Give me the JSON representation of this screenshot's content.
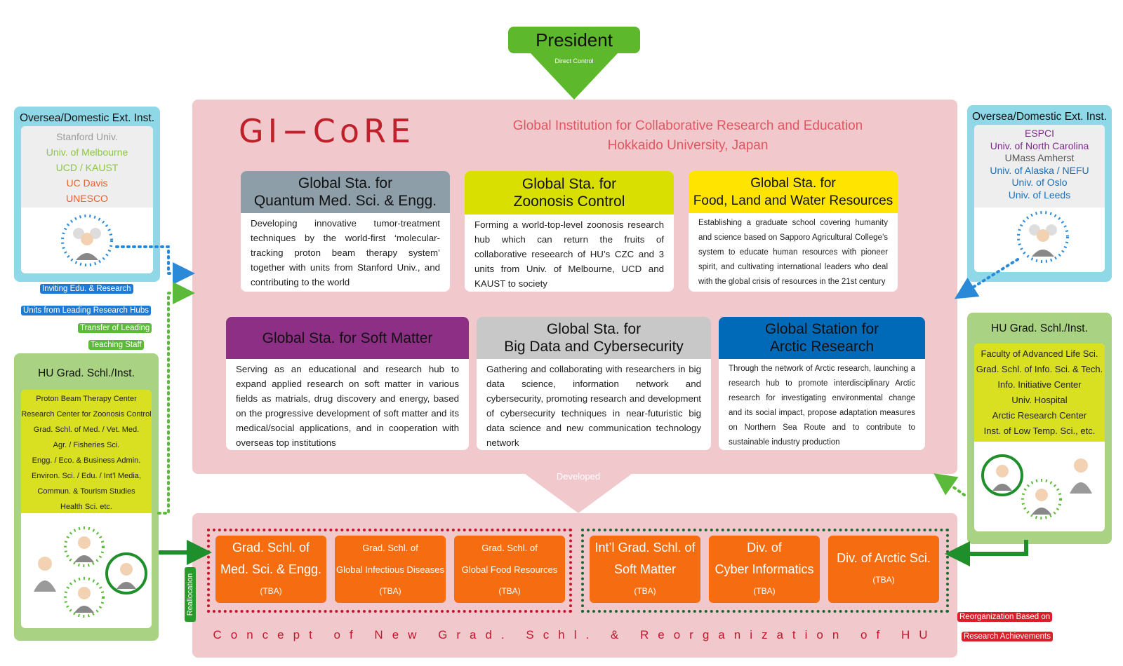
{
  "president": {
    "label": "President",
    "direct_control": "Direct Control"
  },
  "gicore": {
    "logo": "GI−CoRE",
    "name_line1": "Global Institution for Collaborative Research and Education",
    "name_line2": "Hokkaido University, Japan"
  },
  "stations": [
    {
      "title1": "Global Sta. for",
      "title2": "Quantum Med. Sci. & Engg.",
      "body": "Developing innovative tumor-treatment techniques by the world-first ‘molecular-tracking proton beam therapy system’ together with units from Stanford Univ., and contributing to the world"
    },
    {
      "title1": "Global Sta. for",
      "title2": "Zoonosis Control",
      "body": "Forming a world-top-level zoonosis research hub which can return the fruits of collaborative reseearch of HU’s CZC and 3 units from Univ. of Melbourne, UCD and KAUST to society"
    },
    {
      "title1": "Global Sta. for",
      "title2": "Food, Land and Water Resources",
      "body": "Establishing a graduate school covering humanity and science based on Sapporo Agricultural College’s system to educate human resources with pioneer spirit, and cultivating international leaders who deal with the global crisis of resources in the 21st century"
    },
    {
      "title1": "Global Sta. for Soft Matter",
      "title2": "",
      "body": "Serving as an educational and research hub to expand applied research on soft matter in various fields as matrials, drug discovery and energy, based on the progressive development of soft matter and its medical/social applications, and in cooperation with overseas top institutions"
    },
    {
      "title1": "Global Sta. for",
      "title2": "Big Data and Cybersecurity",
      "body": "Gathering and collaborating with researchers in big data science, information network and cybersecurity, promoting research and development of cybersecurity techniques in near-futuristic big data science and new communication technology network"
    },
    {
      "title1": "Global Station for",
      "title2": "Arctic Research",
      "body": "Through the network of Arctic research, launching a research hub to promote interdisciplinary Arctic research for investigating environmental change and its social impact, propose adaptation measures on Northern Sea Route and to contribute to sustainable industry production"
    }
  ],
  "developed": "Developed",
  "schools": [
    {
      "line1": "Grad. Schl. of",
      "line2": "Med. Sci. & Engg.",
      "tba": "(TBA)"
    },
    {
      "line1": "Grad. Schl. of",
      "line2": "Global Infectious Diseases",
      "tba": "(TBA)"
    },
    {
      "line1": "Grad. Schl. of",
      "line2": "Global Food Resources",
      "tba": "(TBA)"
    },
    {
      "line1": "Int’l Grad. Schl. of",
      "line2": "Soft Matter",
      "tba": "(TBA)"
    },
    {
      "line1": "Div. of",
      "line2": "Cyber Informatics",
      "tba": "(TBA)"
    },
    {
      "line1": "Div. of  Arctic Sci.",
      "line2": "",
      "tba": "(TBA)"
    }
  ],
  "concept": "Concept of New Grad. Schl. & Reorganization of HU",
  "left_ext": {
    "title": "Oversea/Domestic Ext. Inst.",
    "items": [
      {
        "text": "Stanford Univ.",
        "color": "#9a9a9a"
      },
      {
        "text": "Univ. of Melbourne",
        "color": "#8cc63f"
      },
      {
        "text": "UCD / KAUST",
        "color": "#8cc63f"
      },
      {
        "text": "UC Davis",
        "color": "#e8602c"
      },
      {
        "text": "UNESCO",
        "color": "#e8602c"
      }
    ]
  },
  "right_ext": {
    "title": "Oversea/Domestic Ext. Inst.",
    "items": [
      {
        "text": "ESPCI",
        "color": "#7b2a8a"
      },
      {
        "text": "Univ. of North Carolina",
        "color": "#7b2a8a"
      },
      {
        "text": "UMass Amherst",
        "color": "#555555"
      },
      {
        "text": "Univ. of Alaska / NEFU",
        "color": "#1a6fb8"
      },
      {
        "text": "Univ. of Oslo",
        "color": "#1a6fb8"
      },
      {
        "text": "Univ. of Leeds",
        "color": "#1a6fb8"
      }
    ]
  },
  "left_hu": {
    "title": "HU Grad. Schl./Inst.",
    "items": [
      "Proton Beam Therapy Center",
      "Research Center for Zoonosis Control",
      "Grad. Schl. of Med. / Vet. Med.",
      "Agr. / Fisheries Sci.",
      "Engg. / Eco. & Business Admin.",
      "Environ. Sci. / Edu. / Int’l Media,",
      "Commun. & Tourism Studies",
      "Health Sci. etc."
    ]
  },
  "right_hu": {
    "title": "HU Grad. Schl./Inst.",
    "items": [
      "Faculty of Advanced Life Sci.",
      "Grad. Schl. of Info. Sci. & Tech.",
      "Info. Initiative Center",
      "Univ. Hospital",
      "Arctic Research Center",
      "Inst. of Low Temp. Sci., etc."
    ]
  },
  "labels": {
    "inviting": "Inviting Edu. & Research",
    "units": "Units from Leading Research Hubs",
    "transfer": "Transfer of Leading",
    "teaching": "Teaching Staff",
    "reallocation": "Reallocation",
    "reorg1": "Reorganization Based on",
    "reorg2": "Research Achievements"
  },
  "colors": {
    "green_arrow": "#5db82b",
    "main_pink": "#f1c9cd",
    "school_orange": "#f56d10",
    "dot_blue": "#2a8ad8",
    "dot_green": "#5cba3a",
    "dark_green": "#1e8f2a"
  }
}
